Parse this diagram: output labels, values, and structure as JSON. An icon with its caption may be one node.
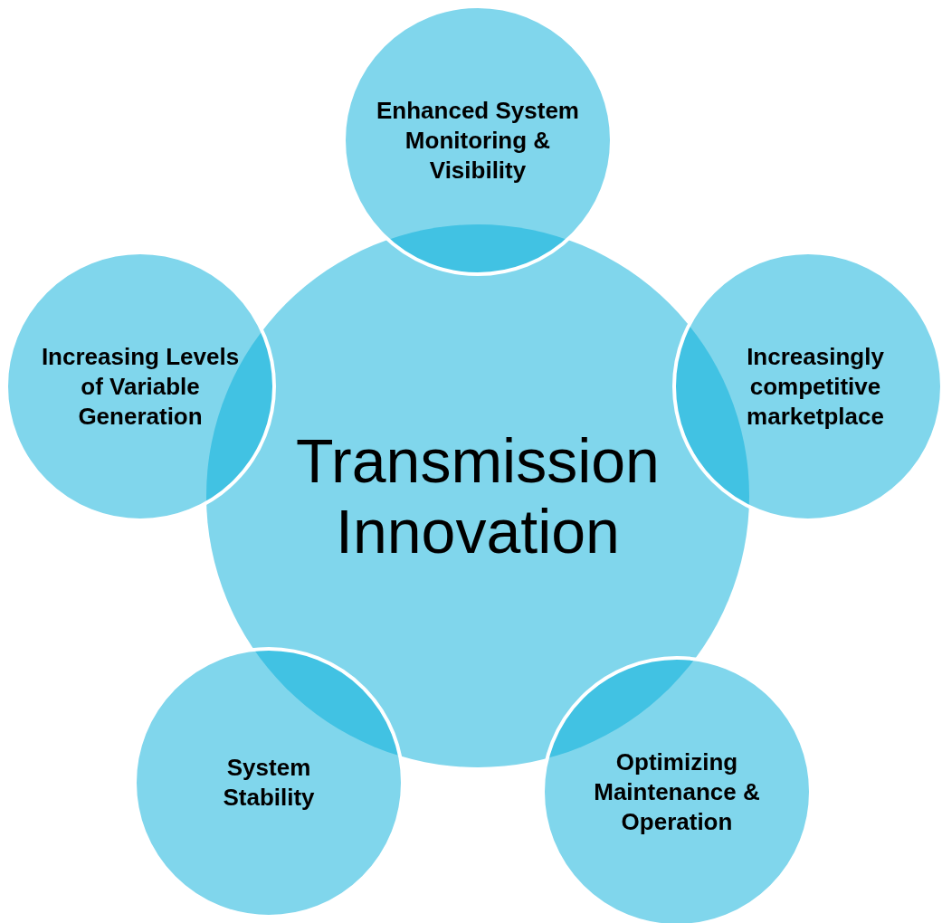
{
  "diagram": {
    "nodes": [
      {
        "text": [
          "Transmission Innovation"
        ]
      },
      {
        "text": [
          "Enhanced System Monitoring & Visibility"
        ]
      },
      {
        "text": [
          "Increasingly competitive marketplace"
        ]
      },
      {
        "text": [
          "Optimizing Maintenance & Operation"
        ]
      },
      {
        "text": [
          "System Stability"
        ]
      },
      {
        "text": [
          "Increasing Levels of Variable Generation"
        ]
      }
    ]
  }
}
